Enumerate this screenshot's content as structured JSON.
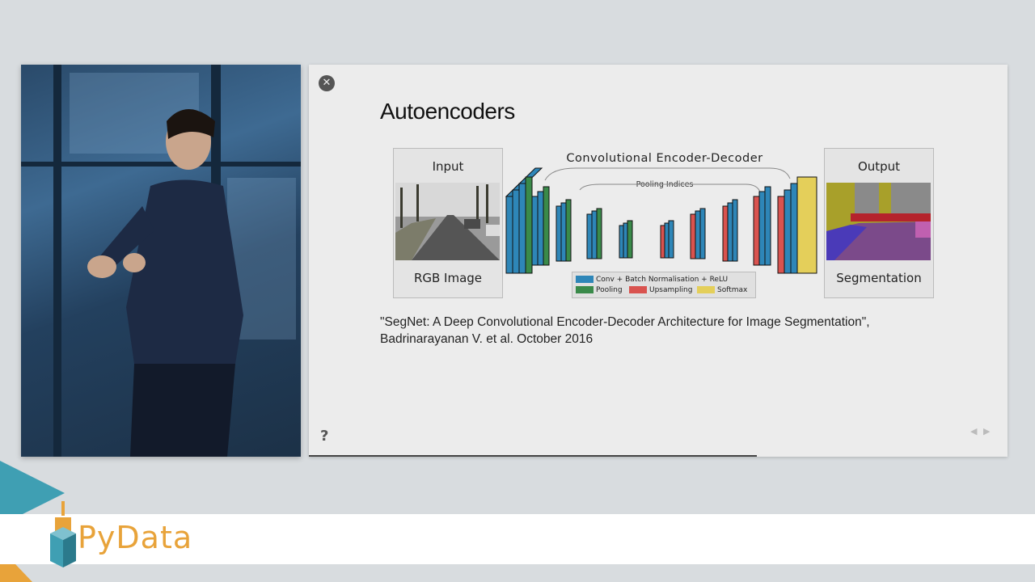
{
  "slide": {
    "title": "Autoencoders",
    "citation_line1": "\"SegNet: A Deep Convolutional Encoder-Decoder Architecture for Image Segmentation\",",
    "citation_line2": "Badrinarayanan V. et al. October 2016",
    "close_icon": "close-icon",
    "help_label": "?",
    "nav_text": "◀ ▶"
  },
  "figure": {
    "input_label": "Input",
    "input_caption": "RGB Image",
    "output_label": "Output",
    "output_caption": "Segmentation",
    "network_title": "Convolutional Encoder-Decoder",
    "pooling_label": "Pooling Indices",
    "legend": [
      {
        "label": "Conv + Batch Normalisation + ReLU",
        "color": "#2e86b8"
      },
      {
        "label": "Pooling",
        "color": "#3a8a4a"
      },
      {
        "label": "Upsampling",
        "color": "#d9534f"
      },
      {
        "label": "Softmax",
        "color": "#e4cf5a"
      }
    ]
  },
  "branding": {
    "logo_text": "PyData",
    "colors": {
      "orange": "#e8a33a",
      "teal": "#3f9fb3",
      "slide_bg": "#ececec"
    }
  }
}
